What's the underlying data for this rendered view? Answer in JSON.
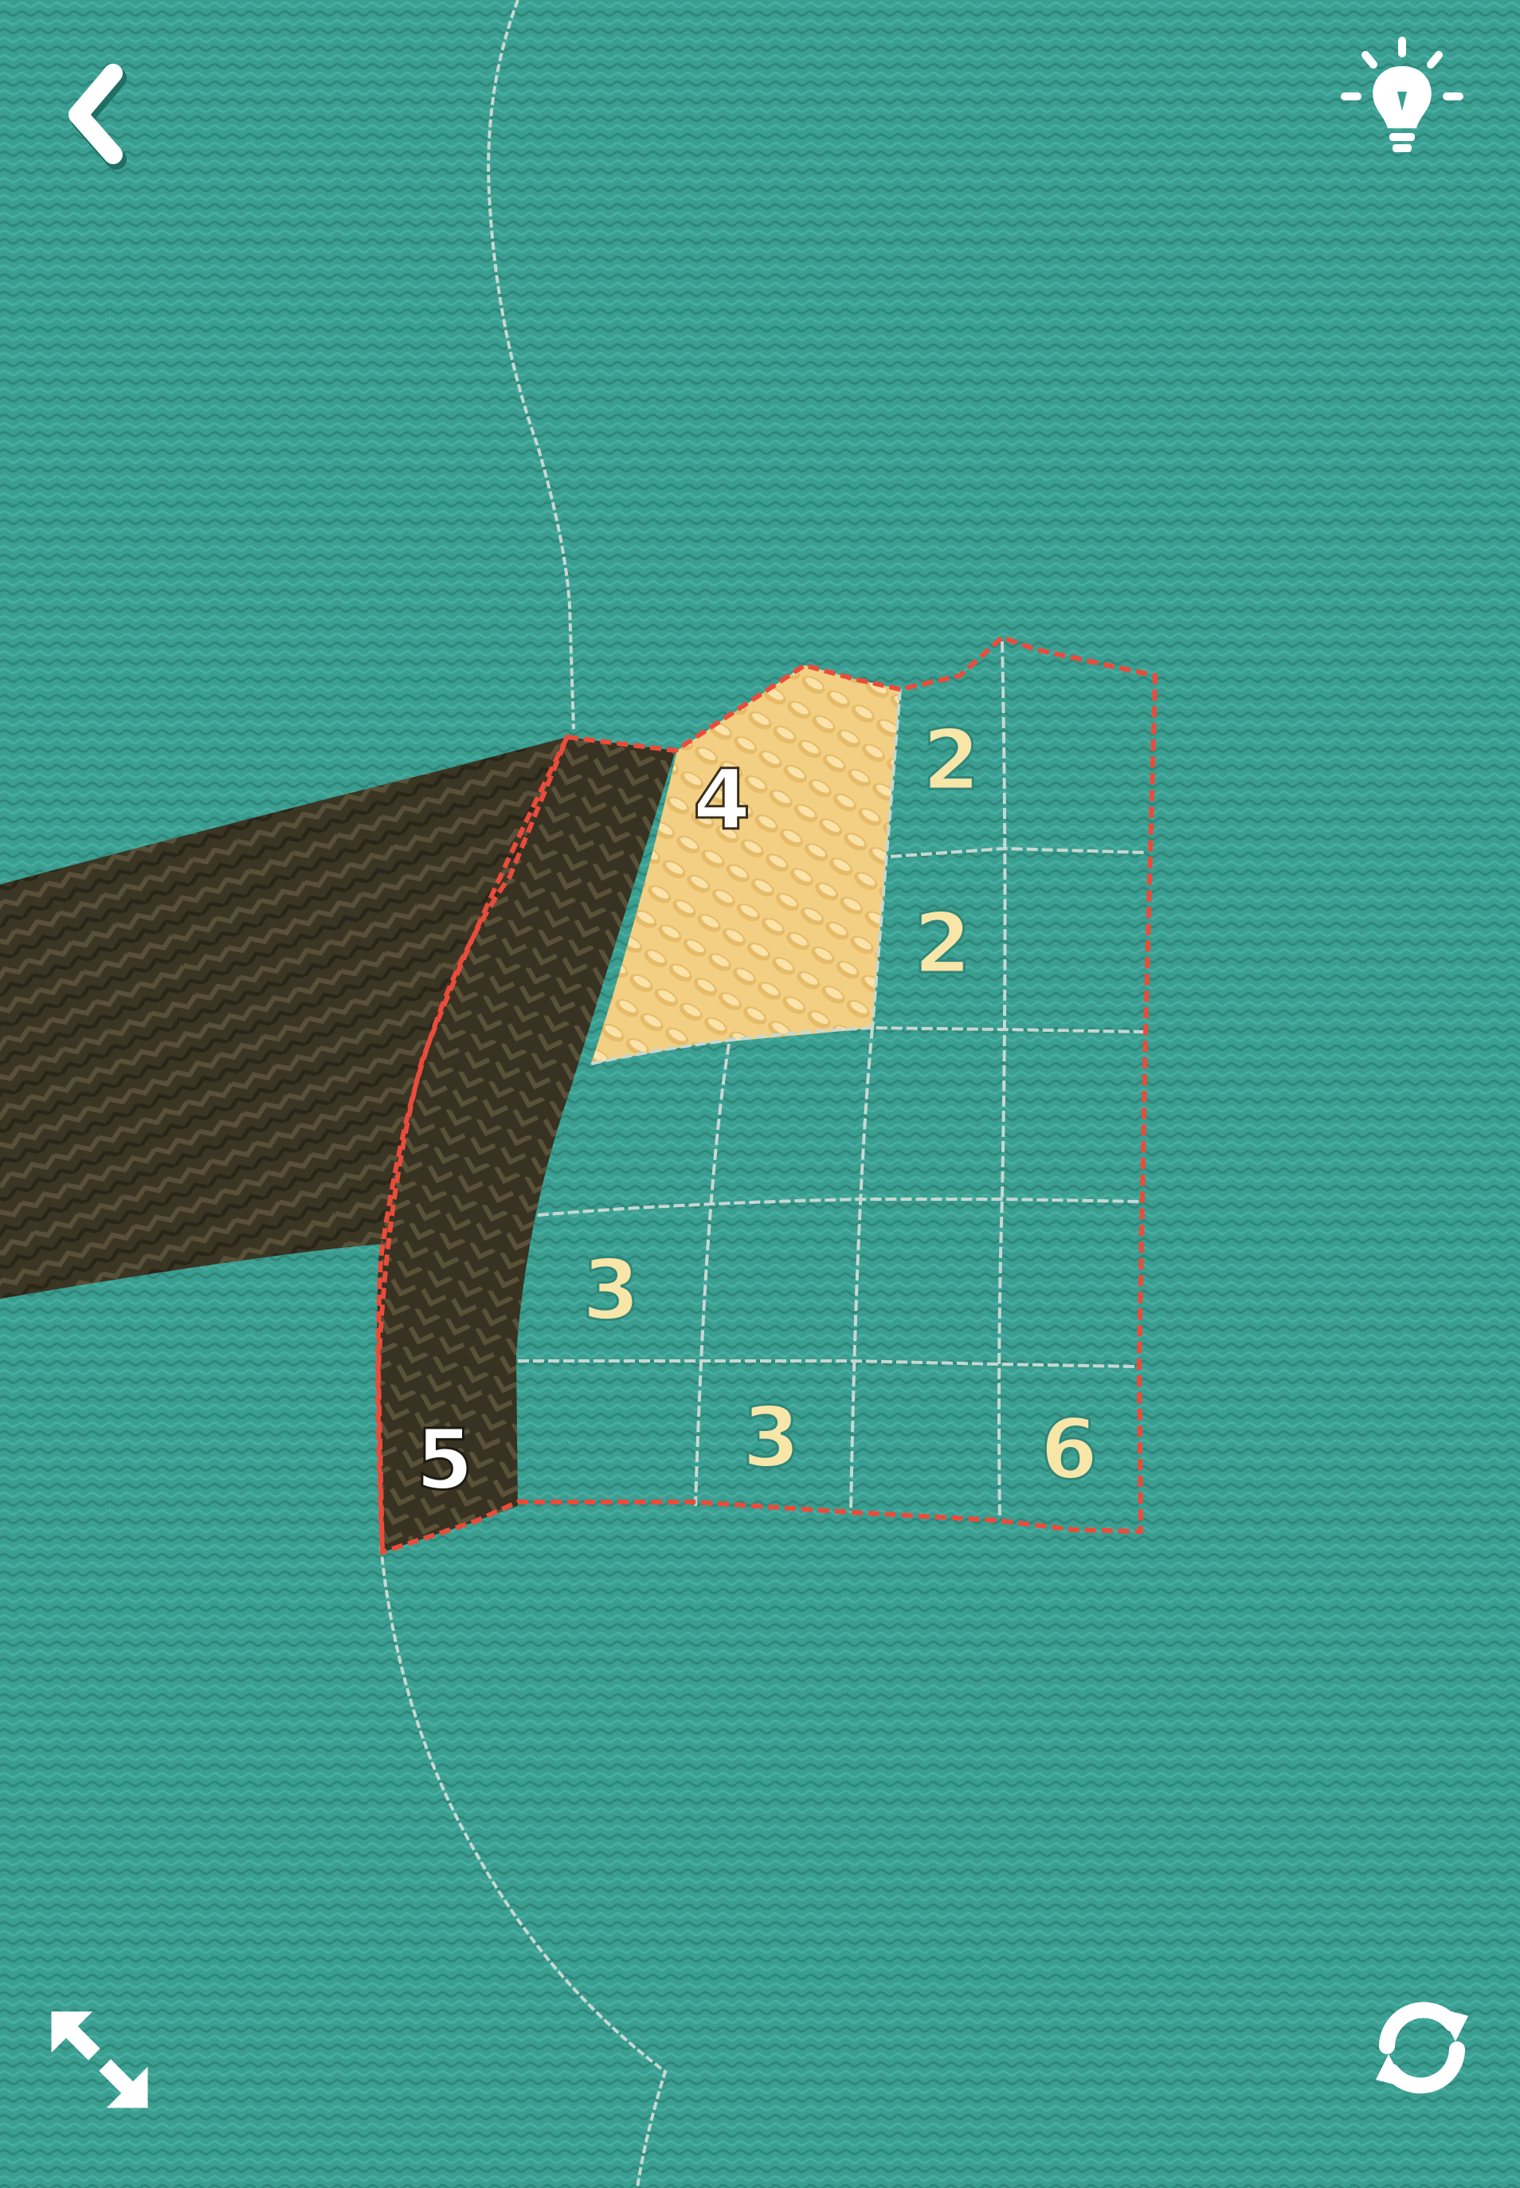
{
  "toolbar": {
    "back_icon": "chevron-left-icon",
    "hint_icon": "lightbulb-icon",
    "expand_icon": "expand-arrows-icon",
    "restart_icon": "refresh-icon"
  },
  "puzzle": {
    "clues": [
      {
        "name": "clue-4",
        "value": "4",
        "color": "#ffffff"
      },
      {
        "name": "clue-2-top",
        "value": "2",
        "color": "#f8e6a8"
      },
      {
        "name": "clue-2-second",
        "value": "2",
        "color": "#f8e6a8"
      },
      {
        "name": "clue-3-left",
        "value": "3",
        "color": "#f8e6a8"
      },
      {
        "name": "clue-5",
        "value": "5",
        "color": "#ffffff"
      },
      {
        "name": "clue-3-bottom",
        "value": "3",
        "color": "#f8e6a8"
      },
      {
        "name": "clue-6",
        "value": "6",
        "color": "#f8e6a8"
      }
    ],
    "filled_regions": [
      {
        "name": "region-dark-stripe",
        "value": 5,
        "color": "#3b3524"
      },
      {
        "name": "region-yellow",
        "value": 4,
        "color": "#f2cf82"
      }
    ]
  },
  "colors": {
    "fabric": "#3a9e90",
    "stitch_outline": "#ea4c3c",
    "grid_line": "#c7d8d2",
    "dark_yarn": "#3b3524",
    "yellow_yarn": "#f2cf82",
    "icon": "#ffffff"
  }
}
